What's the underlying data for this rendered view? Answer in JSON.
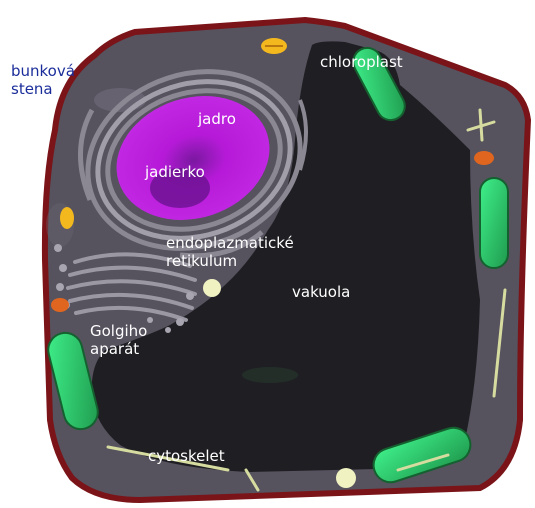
{
  "labels": {
    "cell_wall": [
      "bunková",
      "stena"
    ],
    "chloroplast": "chloroplast",
    "nucleus": "jadro",
    "nucleolus": "jadierko",
    "er": [
      "endoplazmatické",
      "retikulum"
    ],
    "vacuole": "vakuola",
    "golgi": [
      "Golgiho",
      "aparát"
    ],
    "cytoskeleton": "cytoskelet"
  },
  "colors": {
    "cell_wall": "#7a1418",
    "cytoplasm": "#54505c",
    "vacuole": "#202024",
    "nucleus": "#b71cd9",
    "chloroplast": "#3dd873",
    "wall_label": "#1b2d9a",
    "inner_label": "#ffffff"
  }
}
